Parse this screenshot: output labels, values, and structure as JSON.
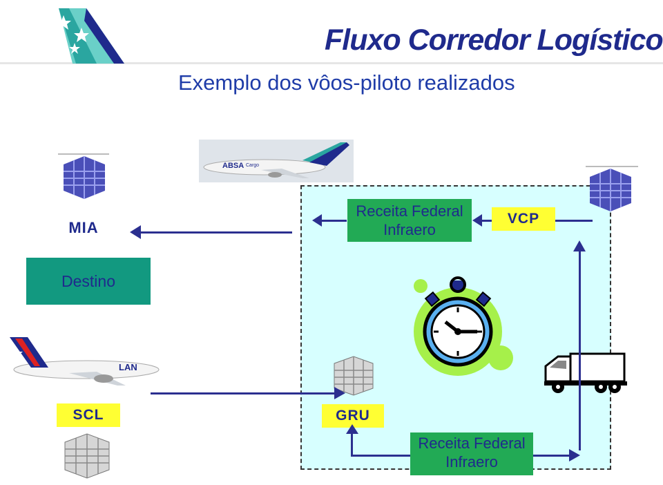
{
  "title": "Fluxo Corredor Logístico",
  "subtitle": "Exemplo dos vôos-piloto realizados",
  "labels": {
    "mia": "MIA",
    "destino": "Destino",
    "scl": "SCL",
    "gru": "GRU",
    "vcp": "VCP",
    "receita_top_line1": "Receita Federal",
    "receita_top_line2": "Infraero",
    "receita_bottom_line1": "Receita Federal",
    "receita_bottom_line2": "Infraero"
  },
  "logos": {
    "absa": "ABSA",
    "absa_cargo": "Cargo",
    "lan": "LAN"
  },
  "icons": [
    "cargo-pallet-icon",
    "airplane-icon",
    "stopwatch-icon",
    "truck-icon"
  ],
  "colors": {
    "brand_blue": "#1f2a8c",
    "zone_fill": "#d7ffff",
    "label_yellow": "#ffff33",
    "label_green": "#22aa55",
    "label_teal": "#129980",
    "arrow": "#2b2f8f"
  }
}
